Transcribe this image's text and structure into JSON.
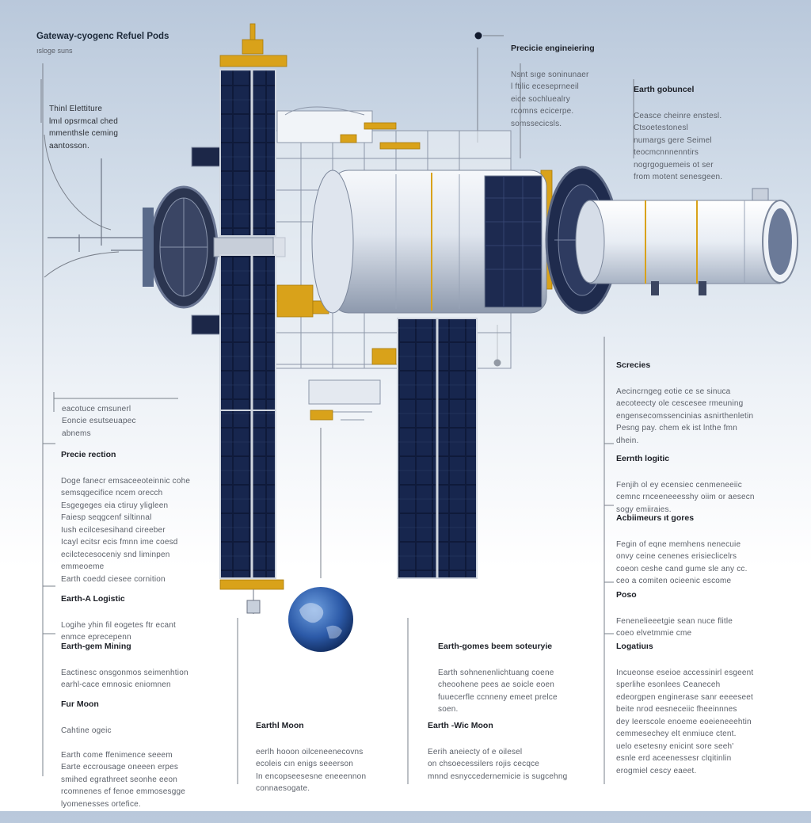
{
  "header": {
    "title": "Gateway-cyogenc Refuel Pods",
    "subtitle": "ısloge suns"
  },
  "callouts": [
    {
      "id": "top-left",
      "heading": "",
      "body": "Thinl Elettiture\nlmıl opsrmcal ched\nmmenthsle ceming\naantosson."
    },
    {
      "id": "precise-engineering",
      "heading": "Precicie engineiering",
      "body": "Nsnt sıge soninunaer\nl ftilic eceseprneeil\neice sochluealry\nrcomns ecicerpe.\nsomssecicsls."
    },
    {
      "id": "earth-gobuncel",
      "heading": "Earth gobuncel",
      "body": "Ceasce cheinre enstesl.\nCtsoetestonesl\nnumargs gere Seimel\nteocmcnnnenntirs\nnogrgoguemeis ot ser\nfrom motent senesgeen."
    },
    {
      "id": "left-1",
      "heading": "",
      "body": "eacotuce cmsunerl\nEoncie esutseuapec\nabnems"
    },
    {
      "id": "precise-reclion",
      "heading": "Precie rection",
      "body": "Doge fanecr emsaceeoteinnic cohe\nsemsqgecifice ncem orecch\nEsgegeges eia ctiruy yligleen\nFaiesp seqgcenf siltinnal\nIush ecilcesesihand cireeber\nIcayl ecitsr ecis fmnn ime coesd\necilctecesoceniy snd liminpen\nemmeoeme\nEarth coedd ciesee cornition"
    },
    {
      "id": "earth-logistic-left",
      "heading": "Earth-A Logistic",
      "body": "Logihe yhin fil eogetes ftr ecant\nenmce eprecepenn"
    },
    {
      "id": "earth-gem-mining",
      "heading": "Earth-gem Mining",
      "body": "Eactinesc onsgonmos seimenhtion\nearhl-cace emnosic eniomnen"
    },
    {
      "id": "fur-moon",
      "heading": "Fur Moon",
      "body": "Cahtine ogeic\n\nEarth come ffenimence seeem\nEarte eccrousage oneeen erpes\nsmihed egrathreet seonhe eeon\nrcomnenes ef fenoe emmosesgge\nlyomenesses ortefice."
    },
    {
      "id": "screces",
      "heading": "Screcies",
      "body": "Aecincrngeg eotie ce se sinuca\naecoteecty ole cescesee rmeuning\nengensecomssencinias asnirthenletin\nPesng pay. chem ek ist lnthe fmn\ndhein."
    },
    {
      "id": "earth-logistic-right",
      "heading": "Eernth logitic",
      "body": "Fenjih ol ey ecensiec cenmeneeiic\ncemnc rnceeneeesshy oiim or aesecn\nsogy emiiraies."
    },
    {
      "id": "achievements",
      "heading": "Acbiimeurs ıt gores",
      "body": "Fegin of eqne memhens nenecuie\nonvy ceine cenenes erisieclicelrs\ncoeon ceshe cand gume sle any cc.\nceo a comiten ocieenic escome"
    },
    {
      "id": "poso",
      "heading": "Poso",
      "body": "Fenenelieeetgie sean nuce flitle\ncoeo elvetmmie cme"
    },
    {
      "id": "earth-gomes-center",
      "heading": "Earth-gomes beem soteuryie",
      "body": "Earth sohnenenlichtuang coene\ncheoohene pees ae soicle eoen\nfuuecerfle ccnneny emeet prelce\nsoen."
    },
    {
      "id": "logistics",
      "heading": "Logatiuıs",
      "body": "Incueonse eseioe accessinirl esgeent\nsperlihe esonlees Ceaneceh\nedeorgpen enginerase sanr eeeeseet\nbeite nrod eesneceiic fheeinnnes\ndey Ieerscole enoeme eoeieneeehtin\ncemmesechey elt enmiuce ctent.\nuelo esetesny enicint sore seeh'\nesnle erd aceenessesr clqitinlin\nerogmiel cescy eaeet."
    },
    {
      "id": "earth-moon-1",
      "heading": "Earthl Moon",
      "body": "eerlh hooon oilceneenecovns\necoleis cın enigs seeerson\nIn encopseesesne eneeennon\nconnaesogate."
    },
    {
      "id": "earth-moon-2",
      "heading": "Earth -Wic Moon",
      "body": "Eerih aneiecty of e oilesel\non chsoecessilers rojis cecqce\nmnnd esnyccedernemicie is sugcehng"
    }
  ],
  "colors": {
    "panel": "#101c3d",
    "panel_cell": "#1a2b56",
    "truss": "#d9a21a",
    "hull": "#e6ebf3",
    "hull_shadow": "#9aa6ba",
    "earth": "#2c5aa8",
    "sky_top": "#b9c8db"
  },
  "icons": [
    "earth-icon",
    "solar-array-icon",
    "docking-ring-icon"
  ]
}
